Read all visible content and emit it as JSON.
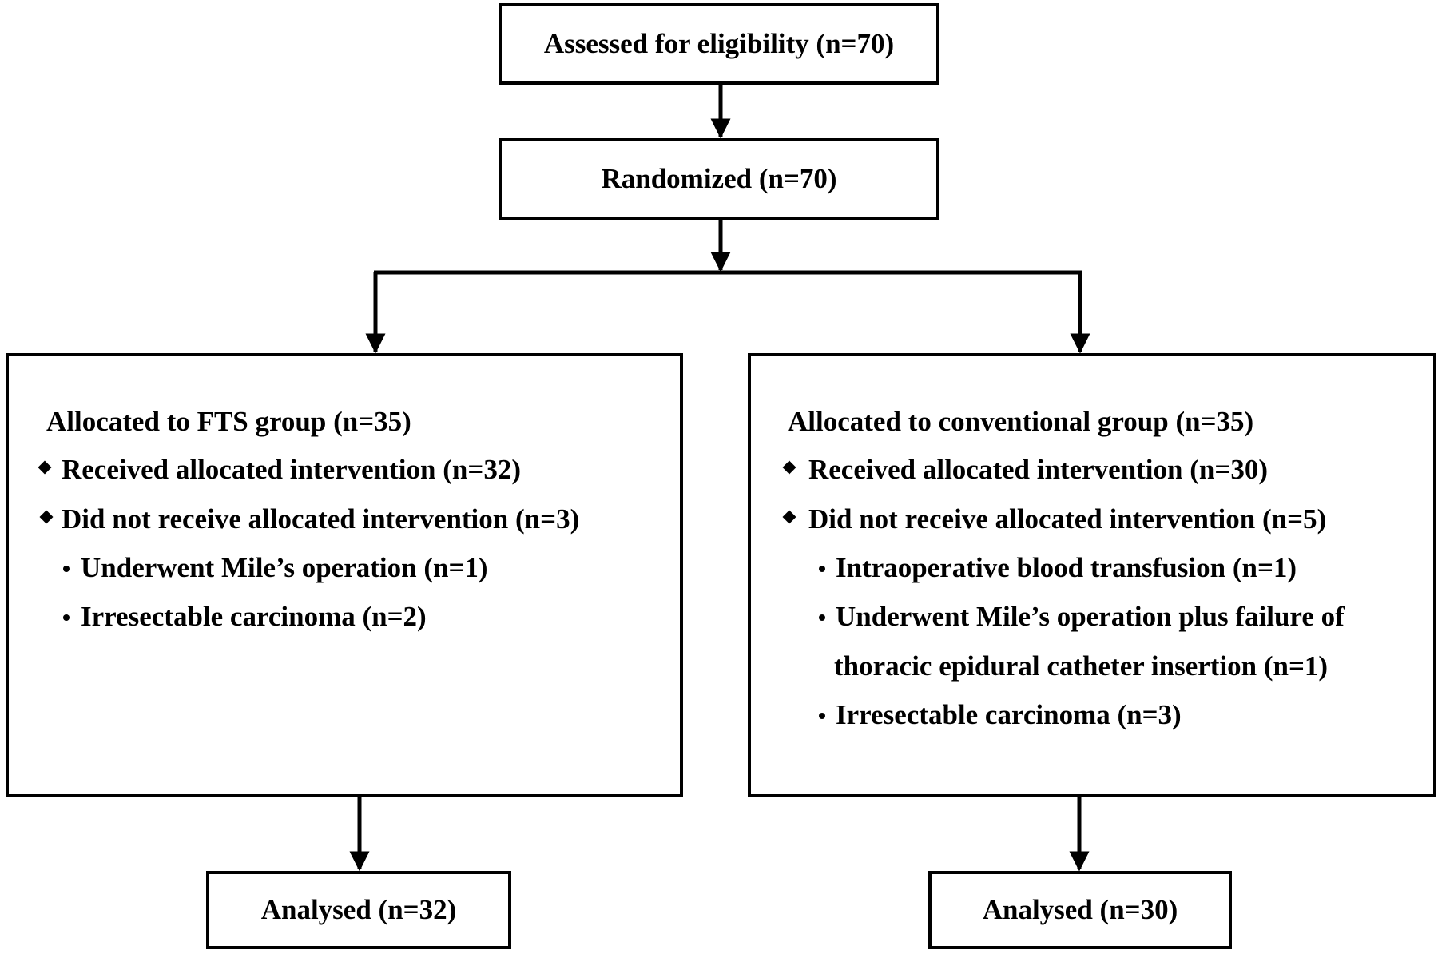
{
  "eligibility": {
    "label": "Assessed for eligibility (n=70)"
  },
  "randomized": {
    "label": "Randomized (n=70)"
  },
  "fts": {
    "title": "Allocated to FTS group (n=35)",
    "received": "Received allocated intervention (n=32)",
    "not_received": "Did not receive allocated intervention (n=3)",
    "reasons": [
      "Underwent Mile’s operation (n=1)",
      "Irresectable carcinoma (n=2)"
    ],
    "analysed": "Analysed (n=32)"
  },
  "conventional": {
    "title": "Allocated to conventional group (n=35)",
    "received": "Received allocated intervention (n=30)",
    "not_received": "Did not receive allocated intervention (n=5)",
    "reasons": [
      "Intraoperative blood transfusion (n=1)",
      "Underwent Mile’s operation plus failure of",
      "thoracic epidural catheter insertion (n=1)",
      "Irresectable carcinoma (n=3)"
    ],
    "analysed": "Analysed (n=30)"
  }
}
